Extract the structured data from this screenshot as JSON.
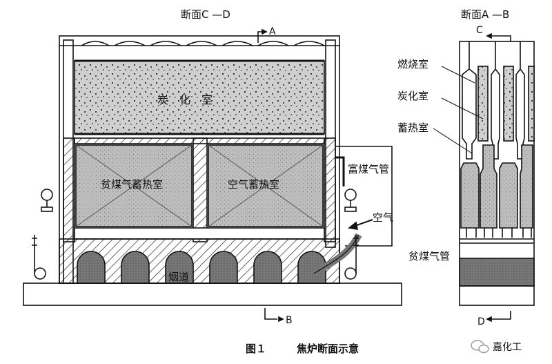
{
  "labels": {
    "section_cd": "断面C —D",
    "marker_a": "A",
    "marker_b": "B",
    "carbonization_chamber": "炭　化　室",
    "lean_gas_regenerator": "贫煤气蓄热室",
    "air_regenerator": "空气蓄热室",
    "rich_gas_pipe": "富煤气管",
    "air": "空气",
    "lean_gas_pipe": "贫煤气管",
    "flue": "烟道",
    "section_ab": "断面A —B",
    "marker_c": "C",
    "marker_d": "D",
    "combustion_chamber_right": "燃烧室",
    "carbonization_chamber_right": "炭化室",
    "regenerator_right": "蓄热室"
  },
  "caption": {
    "figure_no": "图１",
    "title": "焦炉断面示意"
  },
  "watermark": "嘉化工",
  "colors": {
    "line": "#111111",
    "coal_fill": "#c9c9c9",
    "checker_fill": "#bdbdbd",
    "arch_fill": "#8a8a8a"
  }
}
